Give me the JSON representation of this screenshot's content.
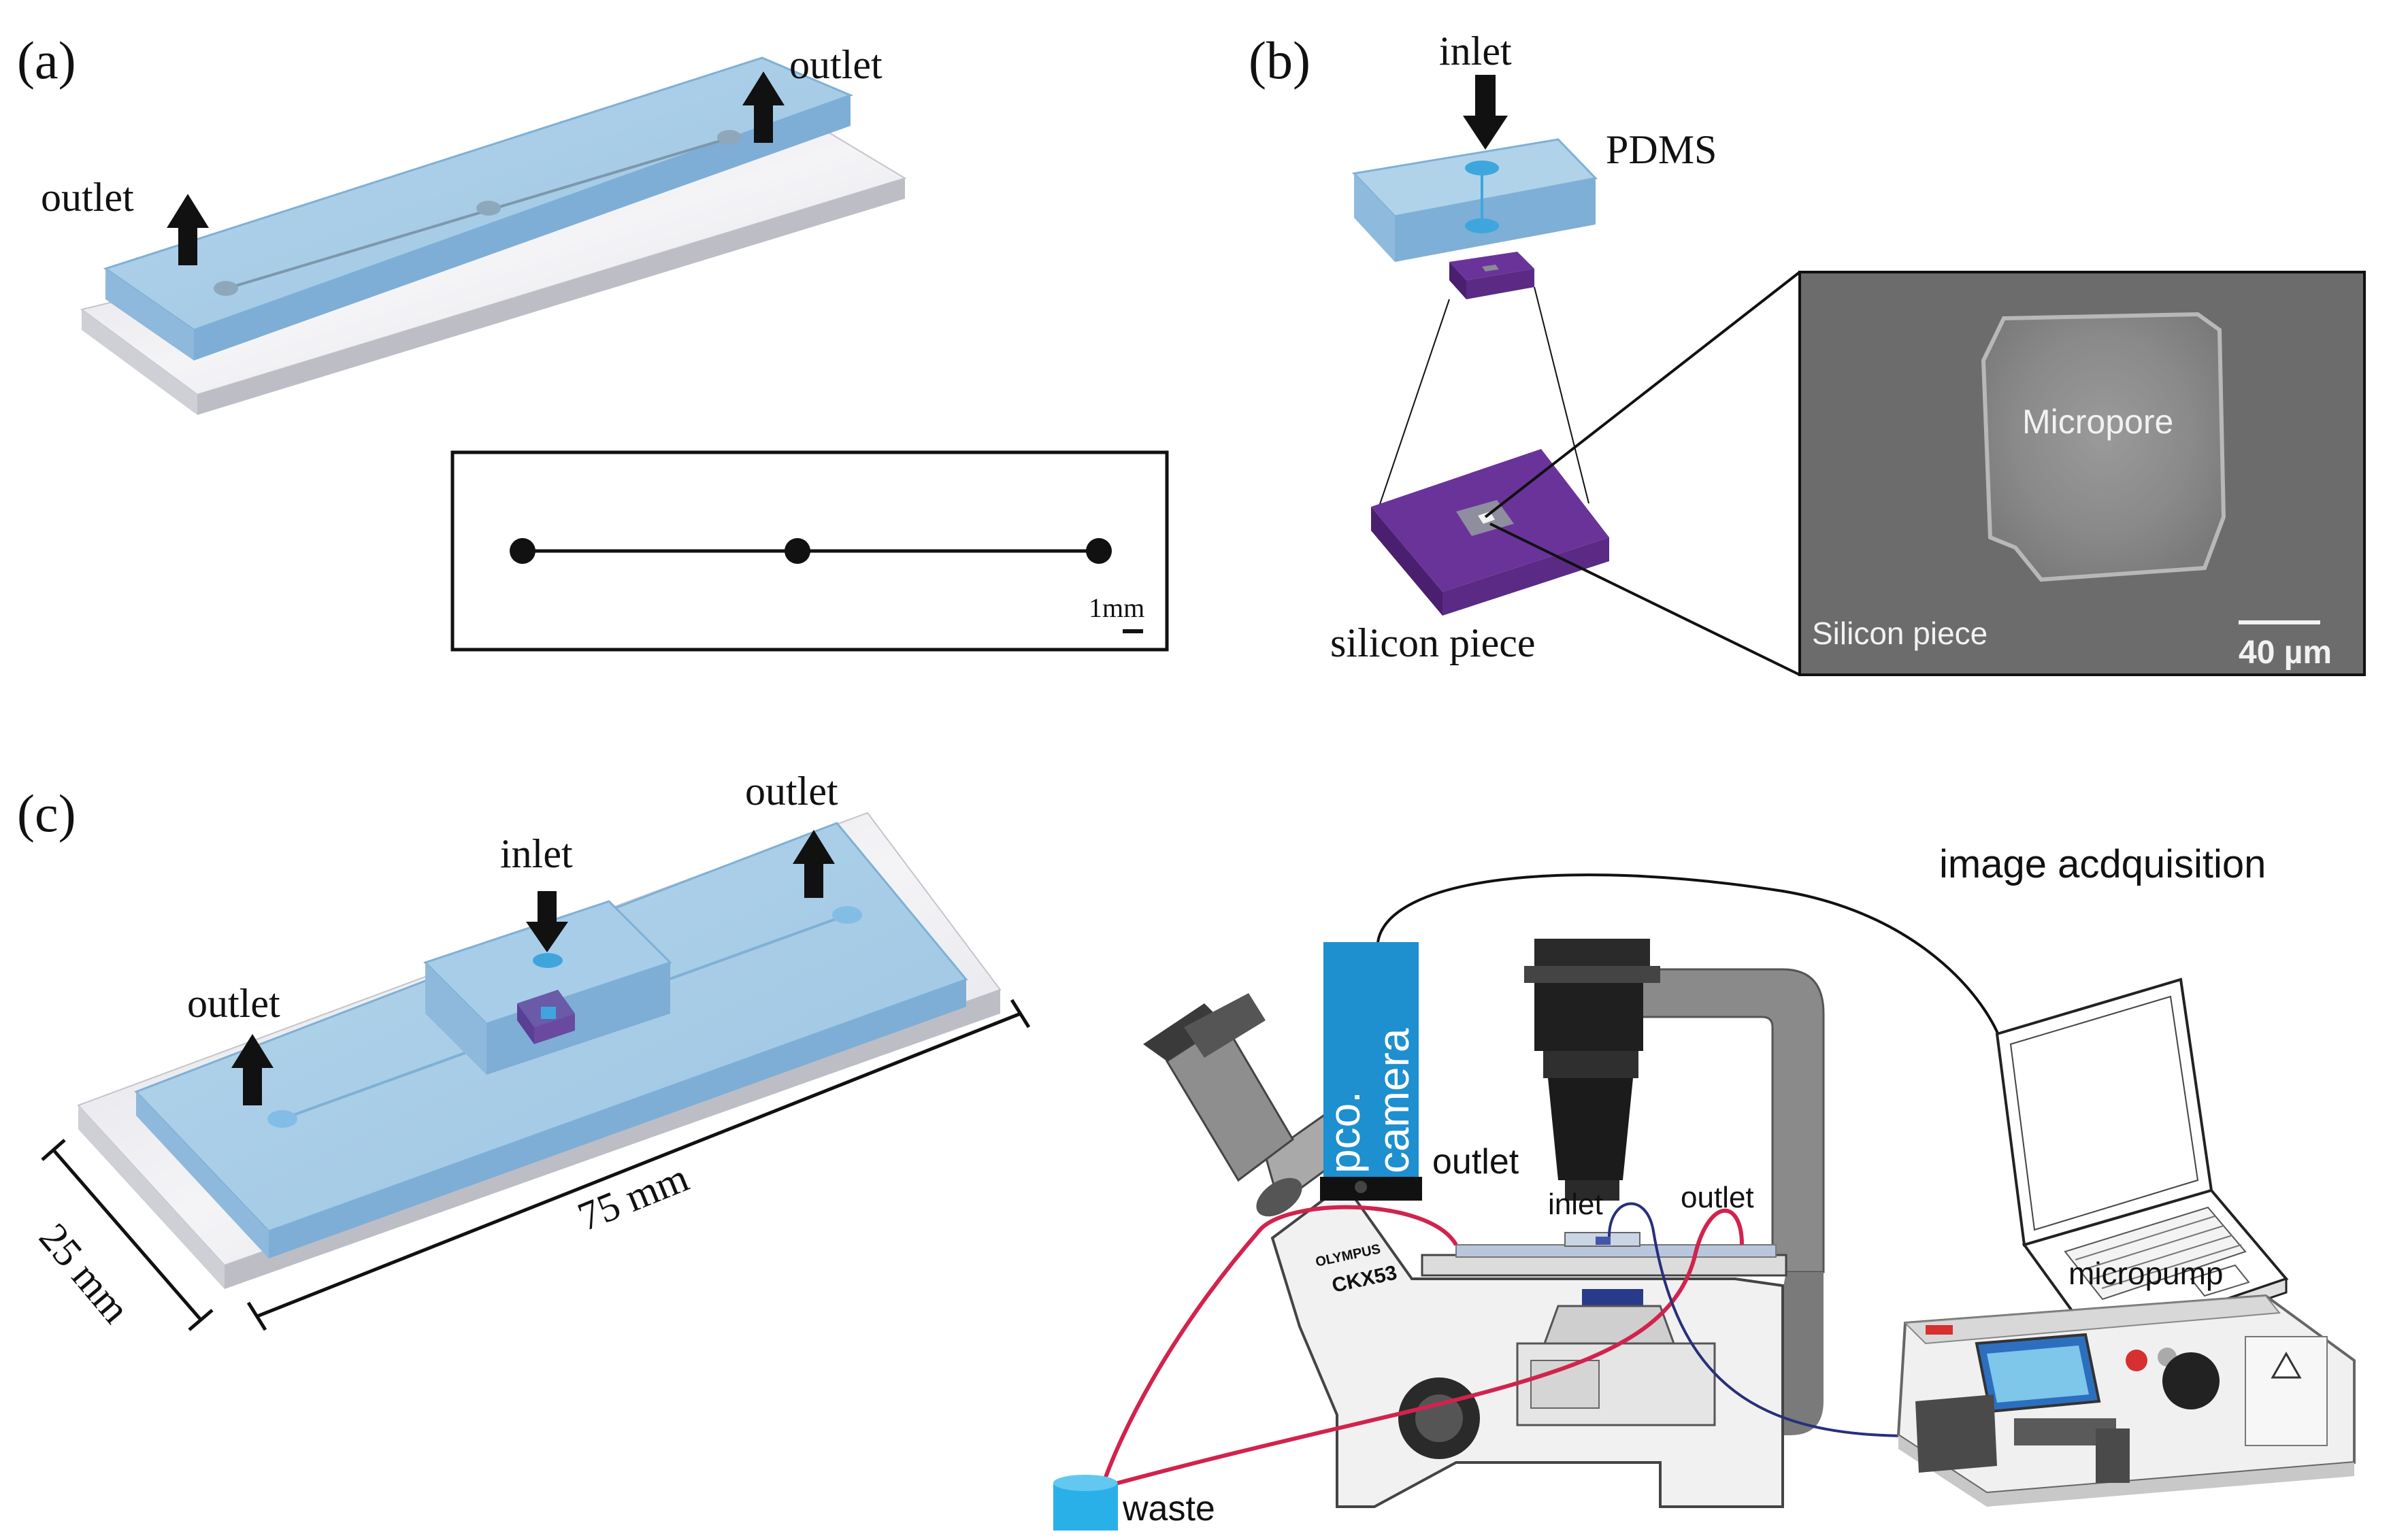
{
  "panels": {
    "a": {
      "tag": "(a)",
      "outlet_left": "outlet",
      "outlet_right": "outlet",
      "scale_label": "1mm"
    },
    "b": {
      "tag": "(b)",
      "inlet": "inlet",
      "pdms": "PDMS",
      "silicon_piece": "silicon piece",
      "sem": {
        "micropore": "Micropore",
        "silicon_piece": "Silicon piece",
        "scale": "40 µm"
      }
    },
    "c": {
      "tag": "(c)",
      "chip": {
        "inlet": "inlet",
        "outlet_left": "outlet",
        "outlet_right": "outlet",
        "width": "25 mm",
        "length": "75 mm"
      },
      "setup": {
        "image_acquisition": "image acdquisition",
        "camera_brand": "pco.",
        "camera_word": "camera",
        "outlet_camera": "outlet",
        "inlet": "inlet",
        "outlet_stage": "outlet",
        "micropump": "micropump",
        "waste": "waste",
        "microscope_brand": "OLYMPUS",
        "microscope_model": "CKX53"
      }
    }
  },
  "colors": {
    "pdms": "#a9cde6",
    "glass": "#e6e6ea",
    "silicon": "#5b2a86",
    "tubing_red": "#d1234d",
    "tubing_blue": "#27307a",
    "camera": "#1e8fcf",
    "waste": "#2ab0e8"
  }
}
